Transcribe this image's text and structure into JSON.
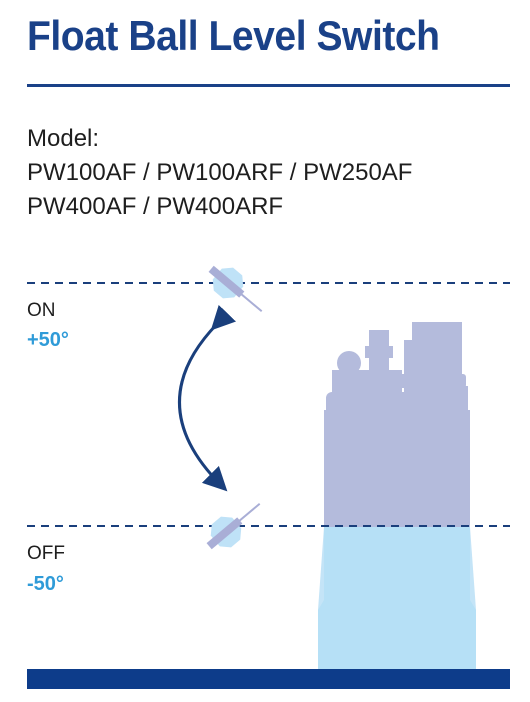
{
  "title": "Float Ball Level Switch",
  "model": {
    "label": "Model:",
    "line1": "PW100AF / PW100ARF / PW250AF",
    "line2": "PW400AF / PW400ARF"
  },
  "on": {
    "label": "ON",
    "angle": "+50°"
  },
  "off": {
    "label": "OFF",
    "angle": "-50°"
  },
  "colors": {
    "title": "#1a4188",
    "accent": "#2f9bd8",
    "pump_body": "#b4bbdc",
    "water": "#c4e4f7",
    "float": "#bfe2f7",
    "arrow": "#1a3f7c",
    "bar": "#0d3c8a"
  }
}
